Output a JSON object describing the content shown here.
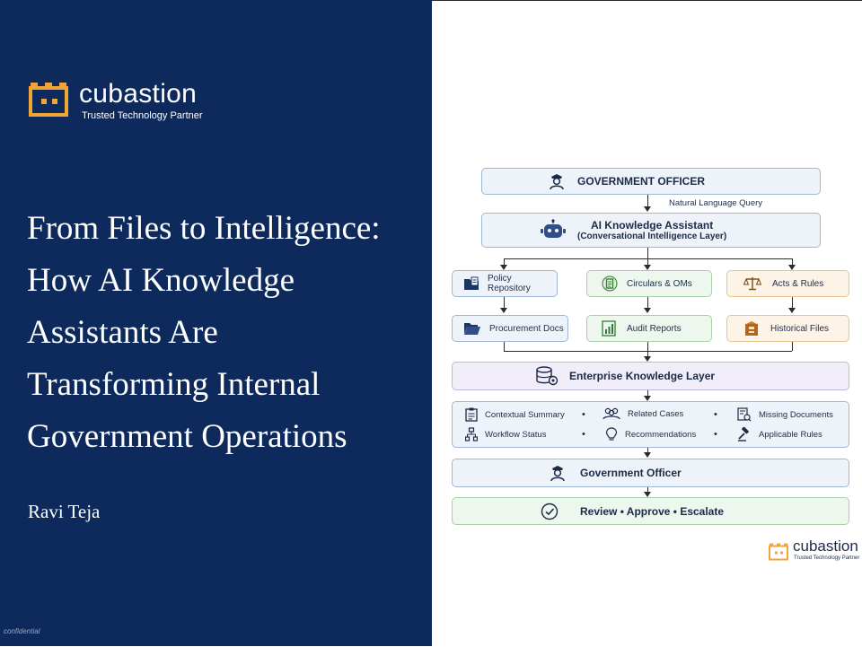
{
  "brand": {
    "name": "cubastion",
    "tagline": "Trusted Technology Partner",
    "colors": {
      "navy": "#0e2a5c",
      "orange": "#f0a534",
      "white": "#ffffff"
    }
  },
  "slide": {
    "title_lines": [
      "From Files to Intelligence:",
      "How AI Knowledge",
      "Assistants Are",
      "Transforming Internal",
      "Government Operations"
    ],
    "author": "Ravi Teja",
    "footer": "confidential"
  },
  "diagram": {
    "officer_top": "GOVERNMENT OFFICER",
    "query_label": "Natural Language Query",
    "assistant_title": "AI Knowledge Assistant",
    "assistant_subtitle": "(Conversational Intelligence Layer)",
    "sources": [
      {
        "label": "Policy Repository",
        "icon": "folder-doc-icon"
      },
      {
        "label": "Circulars & OMs",
        "icon": "document-icon"
      },
      {
        "label": "Acts & Rules",
        "icon": "scales-icon"
      },
      {
        "label": "Procurement Docs",
        "icon": "open-folder-icon"
      },
      {
        "label": "Audit Reports",
        "icon": "bar-chart-icon"
      },
      {
        "label": "Historical Files",
        "icon": "archive-box-icon"
      }
    ],
    "knowledge_layer": "Enterprise Knowledge Layer",
    "outputs": [
      {
        "label": "Contextual Summary",
        "icon": "clipboard-icon"
      },
      {
        "label": "Related Cases",
        "icon": "people-icon"
      },
      {
        "label": "Missing Documents",
        "icon": "doc-search-icon"
      },
      {
        "label": "Workflow Status",
        "icon": "workflow-icon"
      },
      {
        "label": "Recommendations",
        "icon": "lightbulb-icon"
      },
      {
        "label": "Applicable Rules",
        "icon": "gavel-icon"
      }
    ],
    "officer_bottom": "Government Officer",
    "final_action": "Review • Approve • Escalate",
    "separator": "•"
  }
}
